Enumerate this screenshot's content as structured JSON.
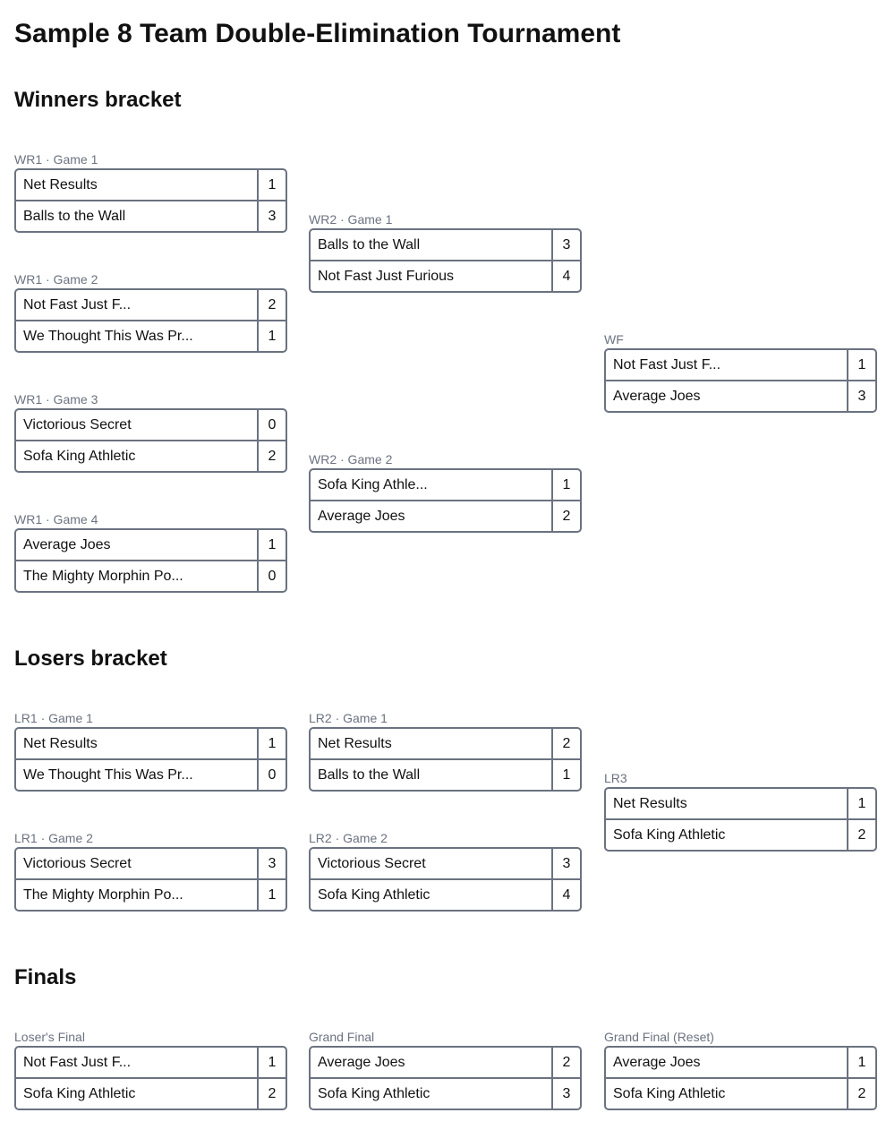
{
  "page_title": "Sample 8 Team Double-Elimination Tournament",
  "sections": {
    "winners": "Winners bracket",
    "losers": "Losers bracket",
    "finals": "Finals"
  },
  "matches": {
    "wr1_g1": {
      "label": "WR1 · Game 1",
      "teams": [
        {
          "name": "Net Results",
          "score": "1"
        },
        {
          "name": "Balls to the Wall",
          "score": "3"
        }
      ]
    },
    "wr1_g2": {
      "label": "WR1 · Game 2",
      "teams": [
        {
          "name": "Not Fast Just F...",
          "score": "2"
        },
        {
          "name": "We Thought This Was Pr...",
          "score": "1"
        }
      ]
    },
    "wr1_g3": {
      "label": "WR1 · Game 3",
      "teams": [
        {
          "name": "Victorious Secret",
          "score": "0"
        },
        {
          "name": "Sofa King Athletic",
          "score": "2"
        }
      ]
    },
    "wr1_g4": {
      "label": "WR1 · Game 4",
      "teams": [
        {
          "name": "Average Joes",
          "score": "1"
        },
        {
          "name": "The Mighty Morphin Po...",
          "score": "0"
        }
      ]
    },
    "wr2_g1": {
      "label": "WR2 · Game 1",
      "teams": [
        {
          "name": "Balls to the Wall",
          "score": "3"
        },
        {
          "name": "Not Fast Just Furious",
          "score": "4"
        }
      ]
    },
    "wr2_g2": {
      "label": "WR2 · Game 2",
      "teams": [
        {
          "name": "Sofa King Athle...",
          "score": "1"
        },
        {
          "name": "Average Joes",
          "score": "2"
        }
      ]
    },
    "wf": {
      "label": "WF",
      "teams": [
        {
          "name": "Not Fast Just F...",
          "score": "1"
        },
        {
          "name": "Average Joes",
          "score": "3"
        }
      ]
    },
    "lr1_g1": {
      "label": "LR1 · Game 1",
      "teams": [
        {
          "name": "Net Results",
          "score": "1"
        },
        {
          "name": "We Thought This Was Pr...",
          "score": "0"
        }
      ]
    },
    "lr1_g2": {
      "label": "LR1 · Game 2",
      "teams": [
        {
          "name": "Victorious Secret",
          "score": "3"
        },
        {
          "name": "The Mighty Morphin Po...",
          "score": "1"
        }
      ]
    },
    "lr2_g1": {
      "label": "LR2 · Game 1",
      "teams": [
        {
          "name": "Net Results",
          "score": "2"
        },
        {
          "name": "Balls to the Wall",
          "score": "1"
        }
      ]
    },
    "lr2_g2": {
      "label": "LR2 · Game 2",
      "teams": [
        {
          "name": "Victorious Secret",
          "score": "3"
        },
        {
          "name": "Sofa King Athletic",
          "score": "4"
        }
      ]
    },
    "lr3": {
      "label": "LR3",
      "teams": [
        {
          "name": "Net Results",
          "score": "1"
        },
        {
          "name": "Sofa King Athletic",
          "score": "2"
        }
      ]
    },
    "losers_final": {
      "label": "Loser's Final",
      "teams": [
        {
          "name": "Not Fast Just F...",
          "score": "1"
        },
        {
          "name": "Sofa King Athletic",
          "score": "2"
        }
      ]
    },
    "grand_final": {
      "label": "Grand Final",
      "teams": [
        {
          "name": "Average Joes",
          "score": "2"
        },
        {
          "name": "Sofa King Athletic",
          "score": "3"
        }
      ]
    },
    "grand_final_reset": {
      "label": "Grand Final (Reset)",
      "teams": [
        {
          "name": "Average Joes",
          "score": "1"
        },
        {
          "name": "Sofa King Athletic",
          "score": "2"
        }
      ]
    }
  }
}
